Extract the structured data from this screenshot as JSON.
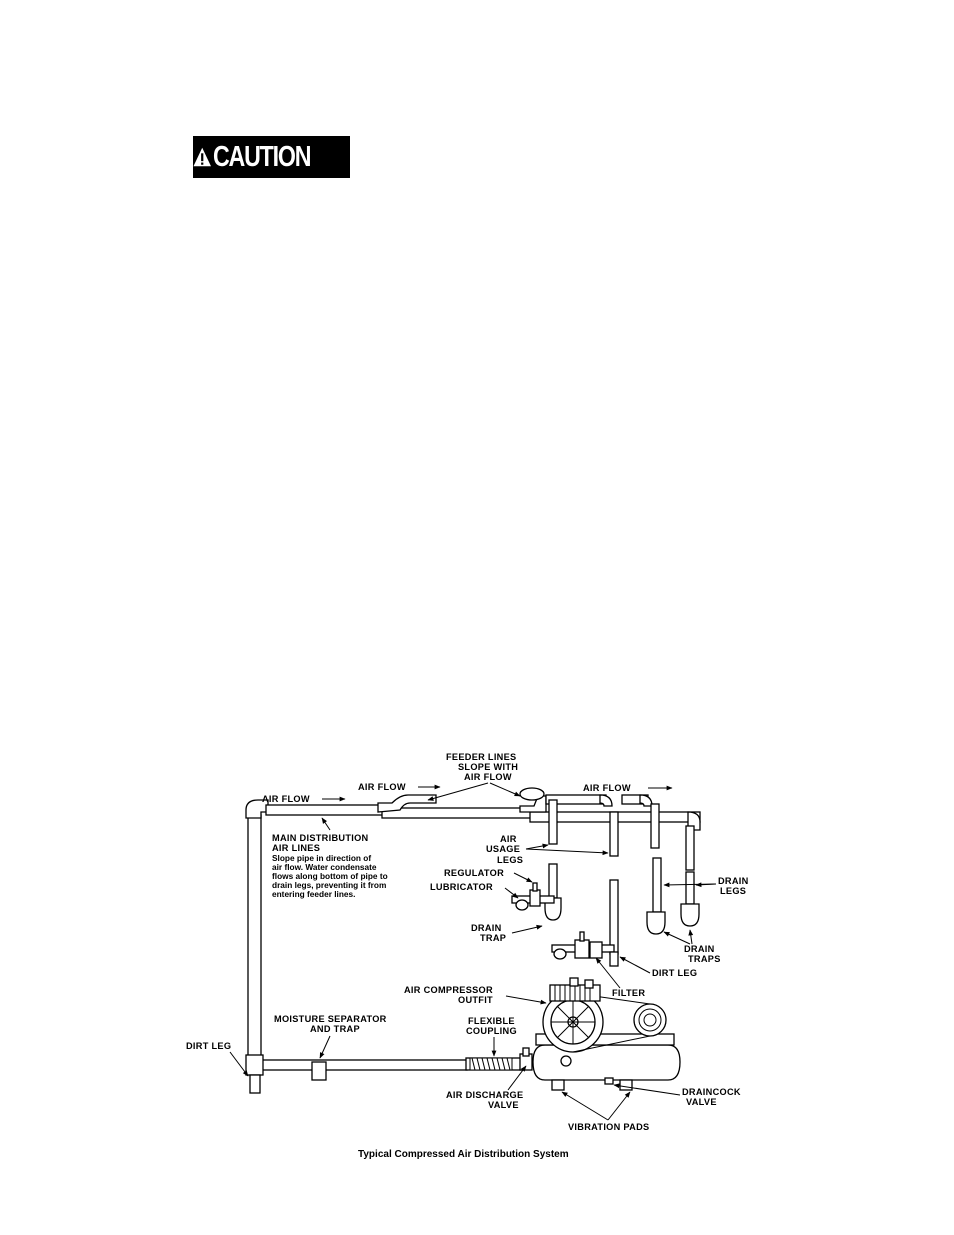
{
  "caution": {
    "label": "CAUTION",
    "icon": "warning-triangle-icon"
  },
  "labels": {
    "feeder_lines": [
      "FEEDER LINES",
      "SLOPE WITH",
      "AIR FLOW"
    ],
    "air_flow_left": "AIR FLOW",
    "air_flow_mid": "AIR FLOW",
    "air_flow_right": "AIR FLOW",
    "main_distribution": [
      "MAIN DISTRIBUTION",
      "AIR LINES"
    ],
    "main_distribution_note": [
      "Slope pipe in direction of",
      "air flow.  Water condensate",
      "flows along bottom of pipe to",
      "drain legs, preventing it from",
      "entering feeder lines."
    ],
    "air_usage_legs": [
      "AIR",
      "USAGE",
      "LEGS"
    ],
    "regulator": "REGULATOR",
    "lubricator": "LUBRICATOR",
    "drain_legs": [
      "DRAIN",
      "LEGS"
    ],
    "drain_trap": [
      "DRAIN",
      "TRAP"
    ],
    "drain_traps": [
      "DRAIN",
      "TRAPS"
    ],
    "dirt_leg_right": "DIRT LEG",
    "air_compressor_outfit": [
      "AIR COMPRESSOR",
      "OUTFIT"
    ],
    "filter": "FILTER",
    "moisture_separator": [
      "MOISTURE SEPARATOR",
      "AND TRAP"
    ],
    "flexible_coupling": [
      "FLEXIBLE",
      "COUPLING"
    ],
    "dirt_leg_left": "DIRT LEG",
    "air_discharge_valve": [
      "AIR DISCHARGE",
      "VALVE"
    ],
    "draincock_valve": [
      "DRAINCOCK",
      "VALVE"
    ],
    "vibration_pads": "VIBRATION PADS"
  },
  "caption": "Typical Compressed Air Distribution System"
}
